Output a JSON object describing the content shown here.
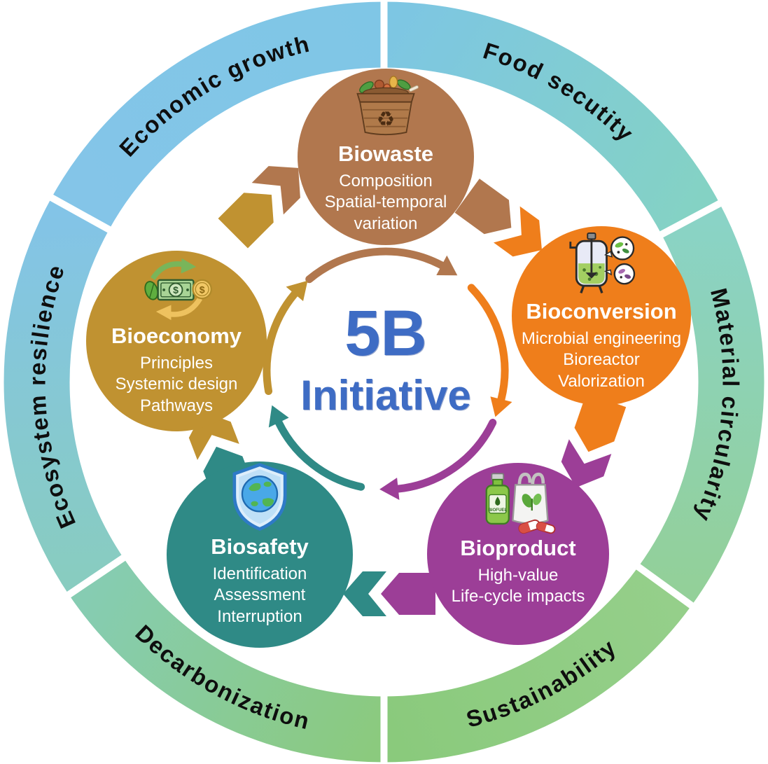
{
  "center": {
    "line1": "5B",
    "line2": "Initiative",
    "color": "#3e6cc4"
  },
  "ring": {
    "segments": [
      {
        "label": "Food secutity",
        "color_start": "#7dc6e3",
        "color_end": "#84d2c4"
      },
      {
        "label": "Material circularity",
        "color_start": "#8ad3c6",
        "color_end": "#93d099"
      },
      {
        "label": "Sustainability",
        "color_start": "#95cf8a",
        "color_end": "#8aca7c"
      },
      {
        "label": "Decarbonization",
        "color_start": "#8bca7e",
        "color_end": "#86ccb2"
      },
      {
        "label": "Ecosystem resilience",
        "color_start": "#88ccc0",
        "color_end": "#83c4e7"
      },
      {
        "label": "Economic growth",
        "color_start": "#84c5e8",
        "color_end": "#7fc6e6"
      }
    ]
  },
  "nodes": [
    {
      "id": "biowaste",
      "title": "Biowaste",
      "items": [
        "Composition",
        "Spatial-temporal variation"
      ],
      "color": "#b1774e",
      "icon": "compost-basket-icon"
    },
    {
      "id": "bioconversion",
      "title": "Bioconversion",
      "items": [
        "Microbial engineering",
        "Bioreactor",
        "Valorization"
      ],
      "color": "#ef7e1b",
      "icon": "bioreactor-icon"
    },
    {
      "id": "bioproduct",
      "title": "Bioproduct",
      "items": [
        "High-value",
        "Life-cycle impacts"
      ],
      "color": "#9c3e97",
      "icon": "bioproducts-icon"
    },
    {
      "id": "biosafety",
      "title": "Biosafety",
      "items": [
        "Identification",
        "Assessment",
        "Interruption"
      ],
      "color": "#2f8a86",
      "icon": "shield-globe-icon"
    },
    {
      "id": "bioeconomy",
      "title": "Bioeconomy",
      "items": [
        "Principles",
        "Systemic design",
        "Pathways"
      ],
      "color": "#c09231",
      "icon": "money-cycle-icon"
    }
  ]
}
